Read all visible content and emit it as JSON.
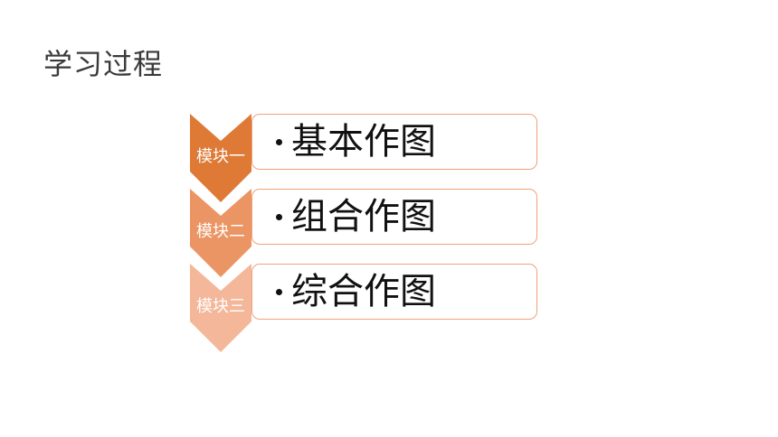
{
  "title": "学习过程",
  "stages": [
    {
      "label": "模块一",
      "text": "基本作图",
      "color": "#de7a35"
    },
    {
      "label": "模块二",
      "text": "组合作图",
      "color": "#eb9564"
    },
    {
      "label": "模块三",
      "text": "综合作图",
      "color": "#f4b79a"
    }
  ]
}
